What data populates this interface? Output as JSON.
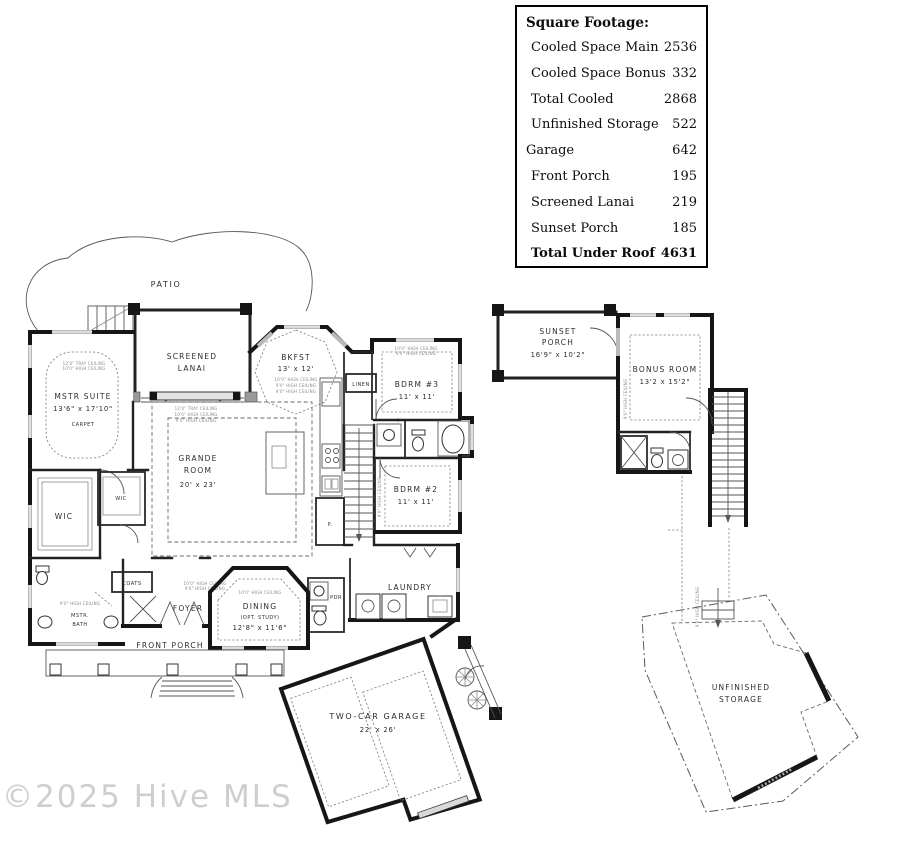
{
  "watermark": "©2025 Hive MLS",
  "sqft_table": {
    "title": "Square Footage:",
    "rows": [
      {
        "label": "Cooled Space Main",
        "value": "2536"
      },
      {
        "label": "Cooled Space Bonus",
        "value": "332"
      },
      {
        "label": "Total Cooled",
        "value": "2868"
      },
      {
        "label": "Unfinished Storage",
        "value": "522"
      },
      {
        "label": "Garage",
        "value": "642"
      },
      {
        "label": "Front Porch",
        "value": "195"
      },
      {
        "label": "Screened Lanai",
        "value": "219"
      },
      {
        "label": "Sunset Porch",
        "value": "185"
      }
    ],
    "total_label": "Total Under Roof",
    "total_value": "4631"
  },
  "main_floor": {
    "patio": "PATIO",
    "lanai_1": "SCREENED",
    "lanai_2": "LANAI",
    "mstr_1": "MSTR SUITE",
    "mstr_2": "13'6\" x 17'10\"",
    "mstr_3": "CARPET",
    "grande_1": "GRANDE",
    "grande_2": "ROOM",
    "grande_3": "20' x 23'",
    "bkfst_1": "BKFST",
    "bkfst_2": "13' x 12'",
    "bdrm3_1": "BDRM #3",
    "bdrm3_2": "11' x 11'",
    "bdrm2_1": "BDRM #2",
    "bdrm2_2": "11' x 11'",
    "linen": "LINEN",
    "wic": "WIC",
    "wic2": "WIC",
    "bath_1": "MSTR.",
    "bath_2": "BATH",
    "coats": "COATS",
    "foyer": "FOYER",
    "dining_1": "DINING",
    "dining_2": "(OPT. STUDY)",
    "dining_3": "12'8\" x 11'6\"",
    "pdr": "PDR",
    "pantry": "P.",
    "laundry": "LAUNDRY",
    "front_porch": "FRONT PORCH",
    "garage_1": "TWO-CAR GARAGE",
    "garage_2": "22' x 26'"
  },
  "second_floor": {
    "sunset_1": "SUNSET",
    "sunset_2": "PORCH",
    "sunset_3": "16'9\" x 10'2\"",
    "bonus_1": "BONUS ROOM",
    "bonus_2": "13'2 x 15'2\"",
    "storage_1": "UNFINISHED",
    "storage_2": "STORAGE"
  },
  "notes": {
    "n1": "12'0\" TRAY CEILING",
    "n2": "10'0\" HIGH CEILING",
    "n3": "9'0\" HIGH CEILING"
  },
  "colors": {
    "wall": "#161616",
    "thin_line": "#555555",
    "label_text": "#2d2d2d",
    "watermark": "#c9c9c9",
    "background": "#ffffff"
  }
}
